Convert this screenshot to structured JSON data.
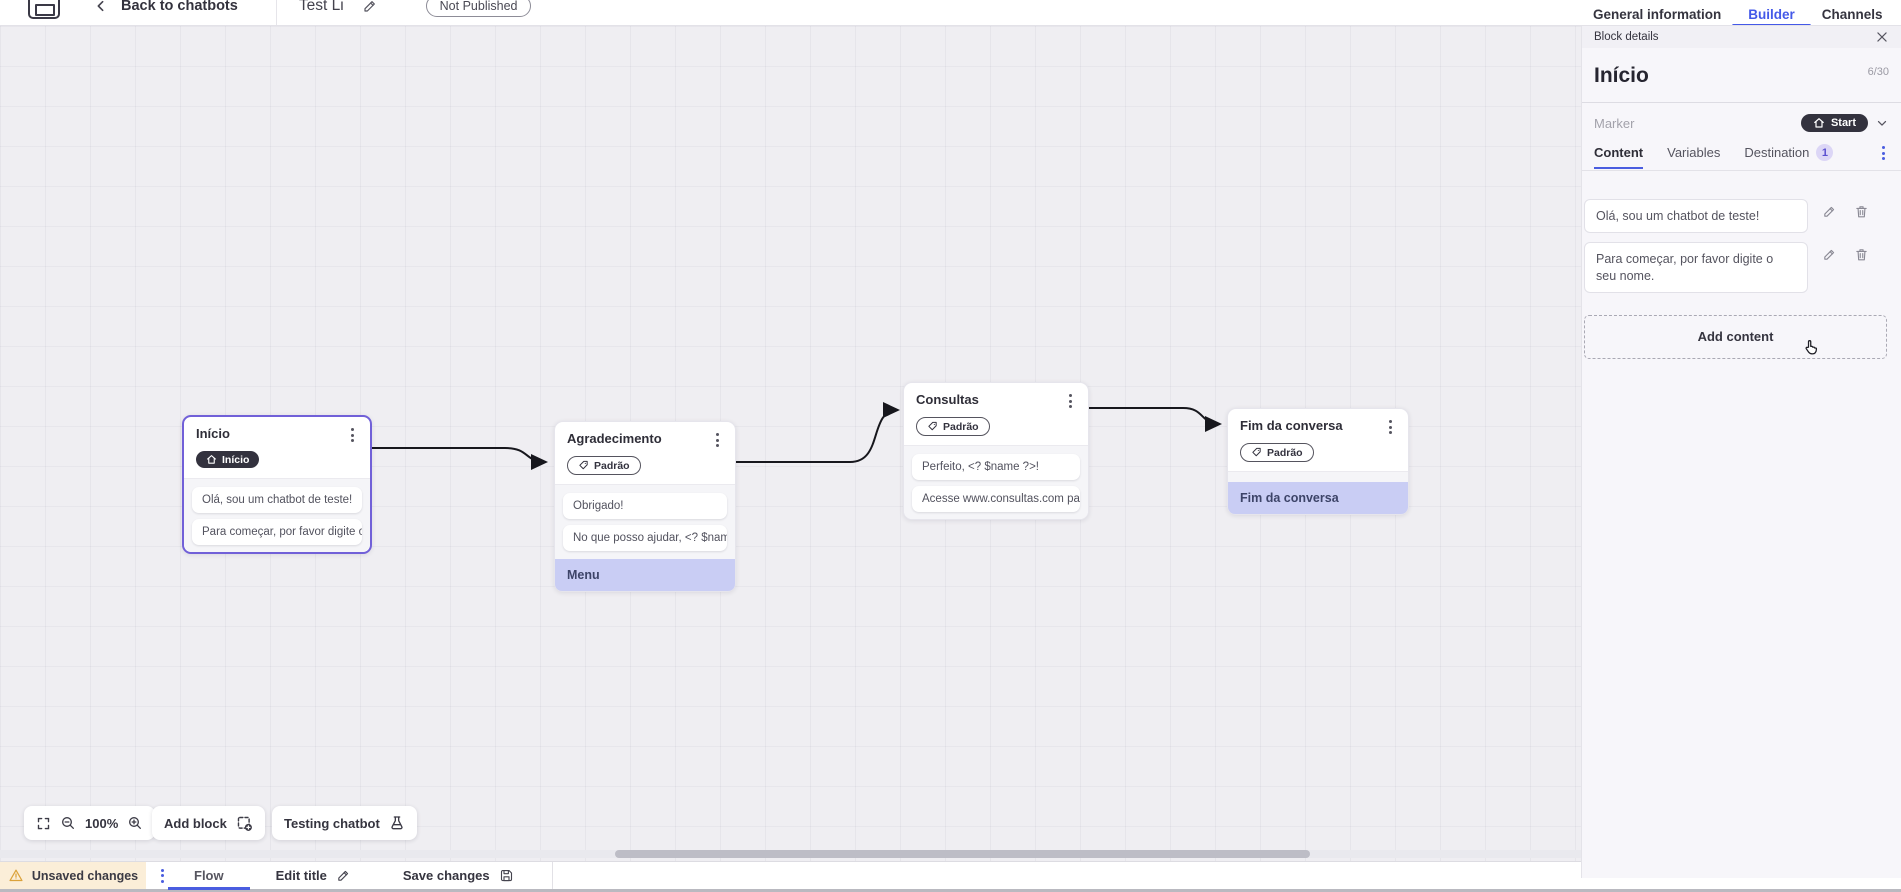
{
  "accent_color": "#4a5de0",
  "selected_block_border": "#7160d8",
  "highlight_row_color": "#c9cdf4",
  "icons": {
    "logo": "chatbot-app-logo",
    "back": "chevron-left",
    "edit": "pencil",
    "menu": "kebab-dots",
    "close": "x",
    "home": "house",
    "tag": "label-tag",
    "delete": "trash",
    "fullscreen": "corner-brackets",
    "zoom_out": "magnifier-minus",
    "zoom_in": "magnifier-plus",
    "add_block": "dashed-square-plus",
    "testing": "flask",
    "warning": "triangle-exclamation",
    "save": "floppy-disk",
    "cursor": "hand-pointer"
  },
  "header": {
    "back_label": "Back to chatbots",
    "title": "Test Li",
    "status_badge": "Not Published",
    "tabs": [
      {
        "label": "General information",
        "active": false
      },
      {
        "label": "Builder",
        "active": true
      },
      {
        "label": "Channels",
        "active": false
      }
    ]
  },
  "panel": {
    "header": "Block details",
    "block_name": "Início",
    "char_count": "6/30",
    "marker_label": "Marker",
    "marker_value": "Start",
    "tabs": [
      {
        "label": "Content",
        "active": true
      },
      {
        "label": "Variables",
        "active": false
      },
      {
        "label": "Destination",
        "active": false,
        "badge": "1"
      }
    ],
    "content_items": [
      {
        "text": "Olá, sou um chatbot de teste!"
      },
      {
        "text": "Para começar, por favor digite o seu nome."
      }
    ],
    "add_content_label": "Add content"
  },
  "canvas": {
    "blocks": [
      {
        "title": "Início",
        "tag": "Início",
        "tag_style": "dark",
        "selected": true,
        "items": [
          {
            "text": "Olá, sou um chatbot de teste!"
          },
          {
            "text": "Para começar, por favor digite o …"
          }
        ]
      },
      {
        "title": "Agradecimento",
        "tag": "Padrão",
        "tag_style": "outline",
        "selected": false,
        "items": [
          {
            "text": "Obrigado!"
          },
          {
            "text": "No que posso ajudar, <? $name …"
          },
          {
            "text": "Menu",
            "highlight": true
          }
        ]
      },
      {
        "title": "Consultas",
        "tag": "Padrão",
        "tag_style": "outline",
        "selected": false,
        "items": [
          {
            "text": "Perfeito, <? $name ?>!"
          },
          {
            "text": "Acesse www.consultas.com par…"
          }
        ]
      },
      {
        "title": "Fim da conversa",
        "tag": "Padrão",
        "tag_style": "outline",
        "selected": false,
        "items": [
          {
            "text": "Fim da conversa",
            "highlight": true
          }
        ]
      }
    ],
    "controls": {
      "zoom_level": "100%",
      "add_block_label": "Add block",
      "testing_label": "Testing chatbot"
    }
  },
  "bottom_bar": {
    "unsaved_label": "Unsaved changes",
    "flow_tab_label": "Flow",
    "edit_title_label": "Edit title",
    "save_label": "Save changes"
  }
}
